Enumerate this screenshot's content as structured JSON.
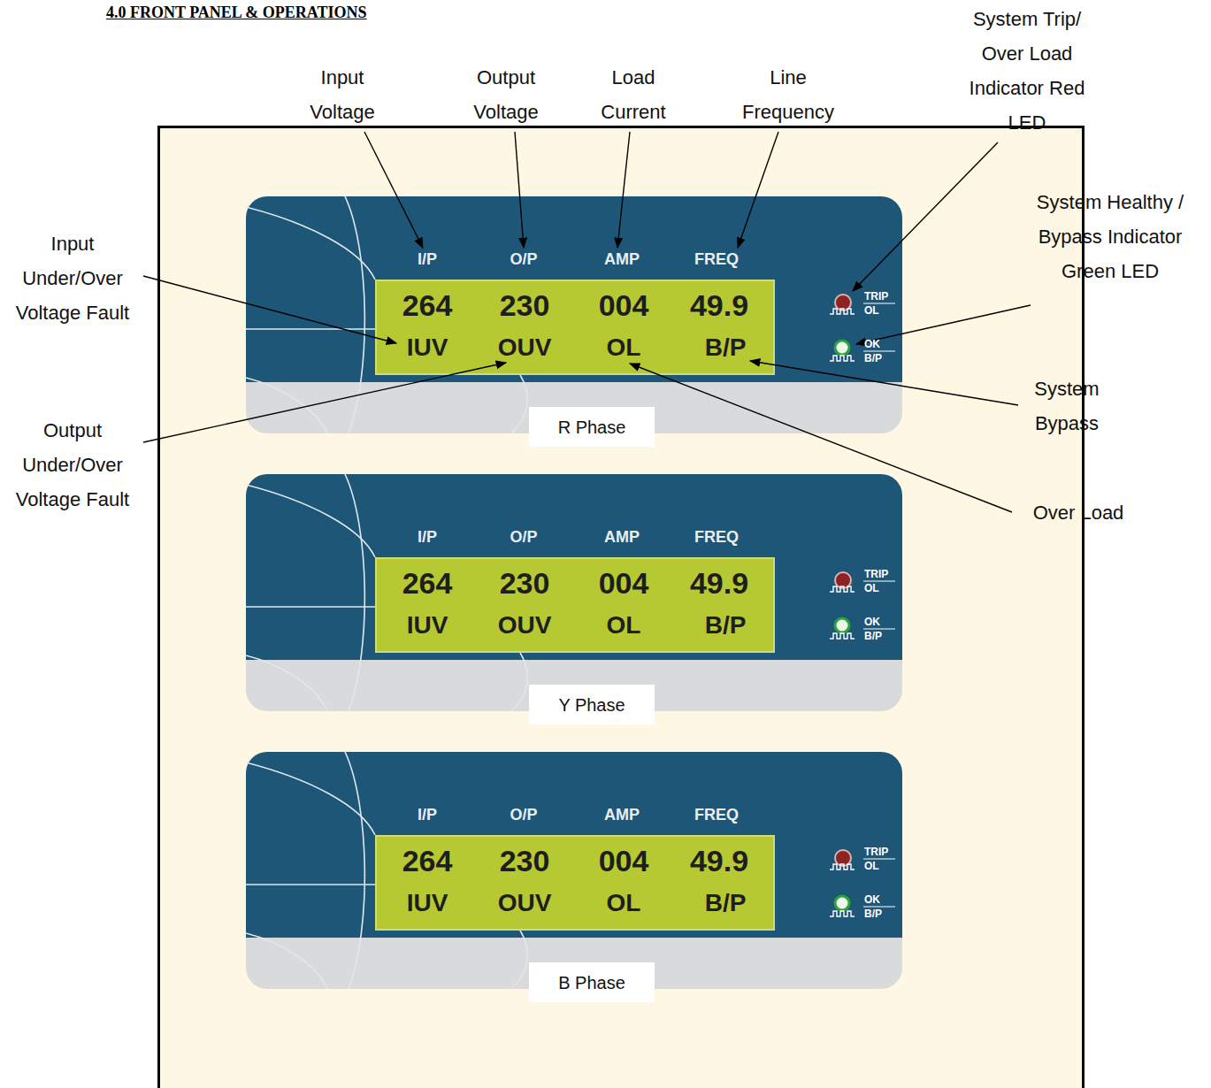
{
  "diagram": {
    "title": "4.0 FRONT PANEL & OPERATIONS",
    "nodes": [
      {
        "text": [
          "I/P",
          "O/P",
          "AMP",
          "FREQ",
          "TRIP",
          "OL",
          "OK",
          "B/P"
        ]
      },
      {
        "text": [
          "264",
          "230",
          "004",
          "49.9",
          "IUV",
          "OUV",
          "OL",
          "B/P"
        ],
        "in": 0
      },
      {
        "text": [
          "R Phase"
        ],
        "in": 0
      },
      {
        "text": [
          "I/P",
          "O/P",
          "AMP",
          "FREQ",
          "TRIP",
          "OL",
          "OK",
          "B/P"
        ]
      },
      {
        "text": [
          "264",
          "230",
          "004",
          "49.9",
          "IUV",
          "OUV",
          "OL",
          "B/P"
        ],
        "in": 3
      },
      {
        "text": [
          "Y Phase"
        ],
        "in": 3
      },
      {
        "text": [
          "I/P",
          "O/P",
          "AMP",
          "FREQ",
          "TRIP",
          "OL",
          "OK",
          "B/P"
        ]
      },
      {
        "text": [
          "264",
          "230",
          "004",
          "49.9",
          "IUV",
          "OUV",
          "OL",
          "B/P"
        ],
        "in": 6
      },
      {
        "text": [
          "B Phase"
        ],
        "in": 6
      }
    ],
    "labels": [
      "Input Voltage",
      "Output Voltage",
      "Load Current",
      "Line Frequency",
      "System Trip/ Over Load Indicator Red LED",
      "System Healthy / Bypass Indicator Green LED",
      "Input Under/Over Voltage Fault",
      "Output Under/Over Voltage Fault",
      "System Bypass",
      "Over Load"
    ]
  }
}
